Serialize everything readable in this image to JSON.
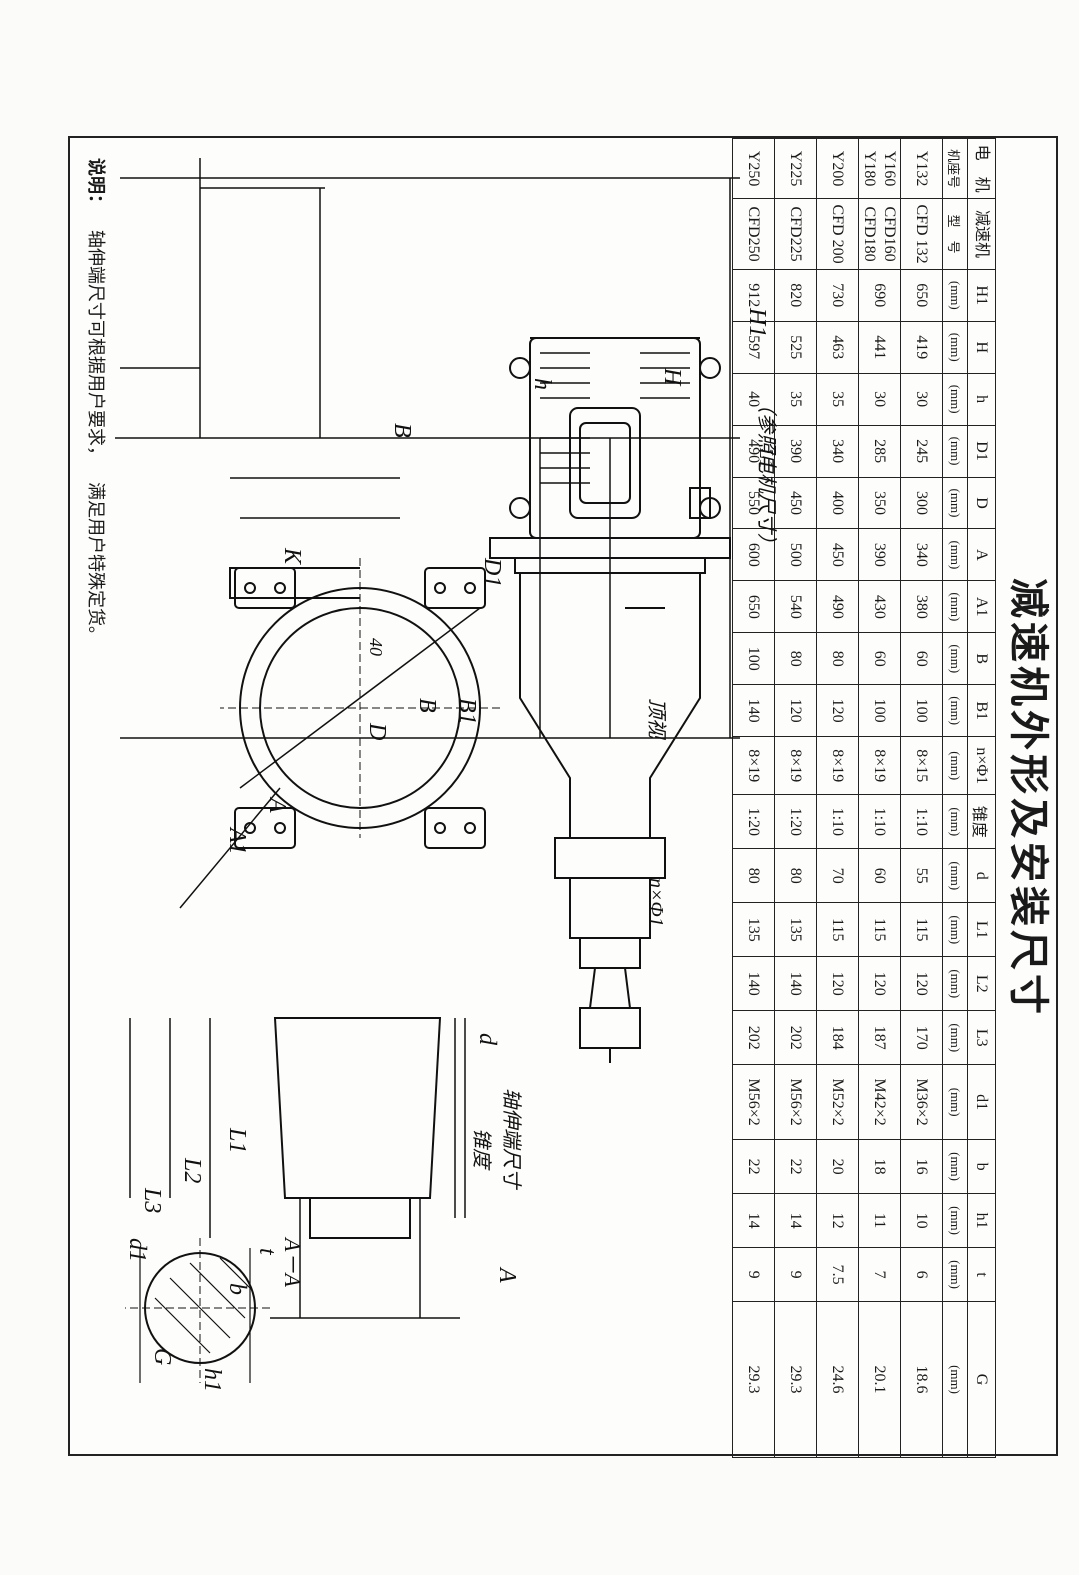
{
  "title": "减速机外形及安装尺寸",
  "table": {
    "header_top": [
      "电　机",
      "减速机",
      "H1",
      "H",
      "h",
      "D1",
      "D",
      "A",
      "A1",
      "B",
      "B1",
      "n×Φ1",
      "锥度",
      "d",
      "L1",
      "L2",
      "L3",
      "d1",
      "b",
      "h1",
      "t",
      "G"
    ],
    "header_bottom": [
      "机座号",
      "型　号",
      "(mm)",
      "(mm)",
      "(mm)",
      "(mm)",
      "(mm)",
      "(mm)",
      "(mm)",
      "(mm)",
      "(mm)",
      "(mm)",
      "(mm)",
      "(mm)",
      "(mm)",
      "(mm)",
      "(mm)",
      "(mm)",
      "(mm)",
      "(mm)",
      "(mm)",
      "(mm)"
    ],
    "rows": [
      {
        "motor": "Y132",
        "model": "CFD 132",
        "cells": [
          "650",
          "419",
          "30",
          "245",
          "300",
          "340",
          "380",
          "60",
          "100",
          "8×15",
          "1:10",
          "55",
          "115",
          "120",
          "170",
          "M36×2",
          "16",
          "10",
          "6",
          "18.6"
        ]
      },
      {
        "motor": "Y160",
        "model": "CFD160",
        "cells": []
      },
      {
        "motor": "Y180",
        "model": "CFD180",
        "cells": [
          "690",
          "441",
          "30",
          "285",
          "350",
          "390",
          "430",
          "60",
          "100",
          "8×19",
          "1:10",
          "60",
          "115",
          "120",
          "187",
          "M42×2",
          "18",
          "11",
          "7",
          "20.1"
        ]
      },
      {
        "motor": "Y200",
        "model": "CFD 200",
        "cells": [
          "730",
          "463",
          "35",
          "340",
          "400",
          "450",
          "490",
          "80",
          "120",
          "8×19",
          "1:10",
          "70",
          "115",
          "120",
          "184",
          "M52×2",
          "20",
          "12",
          "7.5",
          "24.6"
        ]
      },
      {
        "motor": "Y225",
        "model": "CFD225",
        "cells": [
          "820",
          "525",
          "35",
          "390",
          "450",
          "500",
          "540",
          "80",
          "120",
          "8×19",
          "1:20",
          "80",
          "135",
          "140",
          "202",
          "M56×2",
          "22",
          "14",
          "9",
          "29.3"
        ]
      },
      {
        "motor": "Y250",
        "model": "CFD250",
        "cells": [
          "912",
          "597",
          "40",
          "490",
          "550",
          "600",
          "650",
          "100",
          "140",
          "8×19",
          "1:20",
          "80",
          "135",
          "140",
          "202",
          "M56×2",
          "22",
          "14",
          "9",
          "29.3"
        ]
      }
    ]
  },
  "drawing_labels": {
    "side": {
      "L1": "L1",
      "ref": "（参照电机尺寸）",
      "H1": "H1",
      "H": "H",
      "h": "h",
      "B": "B",
      "K": "K",
      "D1": "D1"
    },
    "top": {
      "title": "顶视",
      "n_phi": "n×Φ1",
      "phi40": "40",
      "D": "D",
      "A": "A",
      "A1": "A1",
      "B": "B",
      "B1": "B1"
    },
    "shaft": {
      "title": "轴伸端尺寸",
      "d": "d",
      "taper": "锥度",
      "A": "A",
      "L1": "L1",
      "L2": "L2",
      "L3": "L3",
      "d1": "d1"
    },
    "section": {
      "title": "A－A",
      "t": "t",
      "b": "b",
      "G": "G",
      "h1": "h1"
    }
  },
  "note": {
    "label": "说明：",
    "lines": [
      "轴伸端尺寸可根据用户要求，",
      "满足用户特殊定货。"
    ]
  }
}
